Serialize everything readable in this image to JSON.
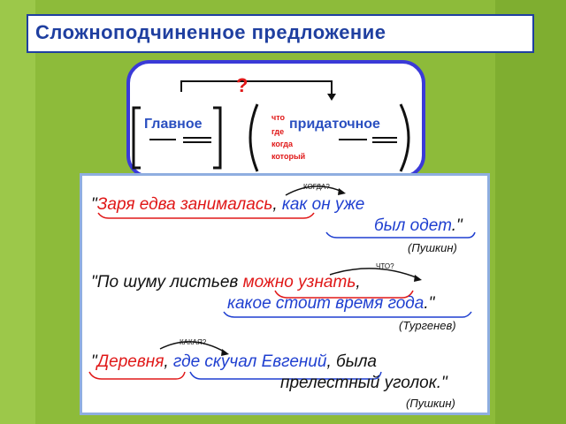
{
  "title": "Сложноподчиненное предложение",
  "scheme": {
    "question": "?",
    "main_label": "Главное",
    "sub_label": "придаточное",
    "conjunctions": [
      "что",
      "где",
      "когда",
      "который"
    ]
  },
  "examples": [
    {
      "question": "КОГДА?",
      "q1": "\"",
      "main": "Заря едва занималась",
      "sep": ", ",
      "sub": "как он уже",
      "sub2": "был одет",
      "end": ".\"",
      "author": "(Пушкин)"
    },
    {
      "question": "ЧТО?",
      "pre": "\"По шуму листьев ",
      "main": "можно узнать",
      "sep": ",",
      "sub": "какое стоит время года",
      "end": ".\"",
      "author": "(Тургенев)"
    },
    {
      "question": "КАКАЯ?",
      "q1": "\"",
      "main": "Деревня",
      "sep": ", ",
      "sub": "где скучал Евгений",
      "post": ", была",
      "line2": "прелестный уголок.\"",
      "author": "(Пушкин)"
    }
  ],
  "colors": {
    "background": "#8dbb3a",
    "main": "#e01818",
    "sub": "#1f3fd0",
    "title": "#1f3fa0"
  }
}
